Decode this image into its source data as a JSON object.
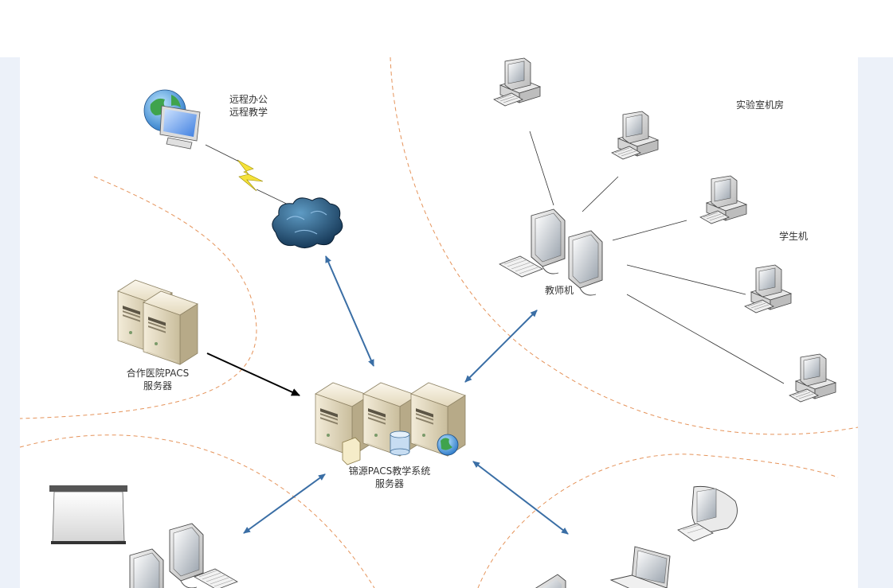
{
  "remote": {
    "line1": "远程办公",
    "line2": "远程教学"
  },
  "lab": {
    "title": "实验室机房",
    "student": "学生机",
    "teacher": "教师机"
  },
  "partner": {
    "line1": "合作医院PACS",
    "line2": "服务器"
  },
  "central": {
    "line1": "锦源PACS教学系统",
    "line2": "服务器"
  },
  "colors": {
    "zone_border": "#e5935a",
    "arrow_blue": "#3a6ea5",
    "arrow_black": "#000000",
    "side_panel": "#ecf1f9"
  }
}
